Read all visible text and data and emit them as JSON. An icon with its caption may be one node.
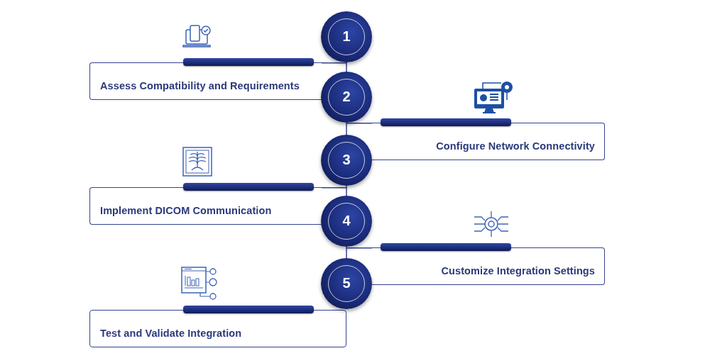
{
  "diagram": {
    "nodes": [
      {
        "text": [
          "1"
        ]
      },
      {
        "text": [
          "Assess Compatibility and Requirements"
        ]
      },
      {
        "text": [
          "2"
        ]
      },
      {
        "text": [
          "Configure Network Connectivity"
        ]
      },
      {
        "text": [
          "3"
        ]
      },
      {
        "text": [
          "Implement DICOM Communication"
        ]
      },
      {
        "text": [
          "4"
        ]
      },
      {
        "text": [
          "Customize Integration Settings"
        ]
      },
      {
        "text": [
          "5"
        ]
      },
      {
        "text": [
          "Test and Validate Integration"
        ]
      }
    ],
    "edges": [
      {
        "from": 1,
        "to": 0,
        "arrow": "none"
      },
      {
        "from": 0,
        "to": 2,
        "arrow": "none"
      },
      {
        "from": 2,
        "to": 3,
        "arrow": "none"
      },
      {
        "from": 2,
        "to": 4,
        "arrow": "none"
      },
      {
        "from": 5,
        "to": 4,
        "arrow": "none"
      },
      {
        "from": 4,
        "to": 6,
        "arrow": "none"
      },
      {
        "from": 6,
        "to": 7,
        "arrow": "none"
      },
      {
        "from": 6,
        "to": 8,
        "arrow": "none"
      }
    ]
  }
}
